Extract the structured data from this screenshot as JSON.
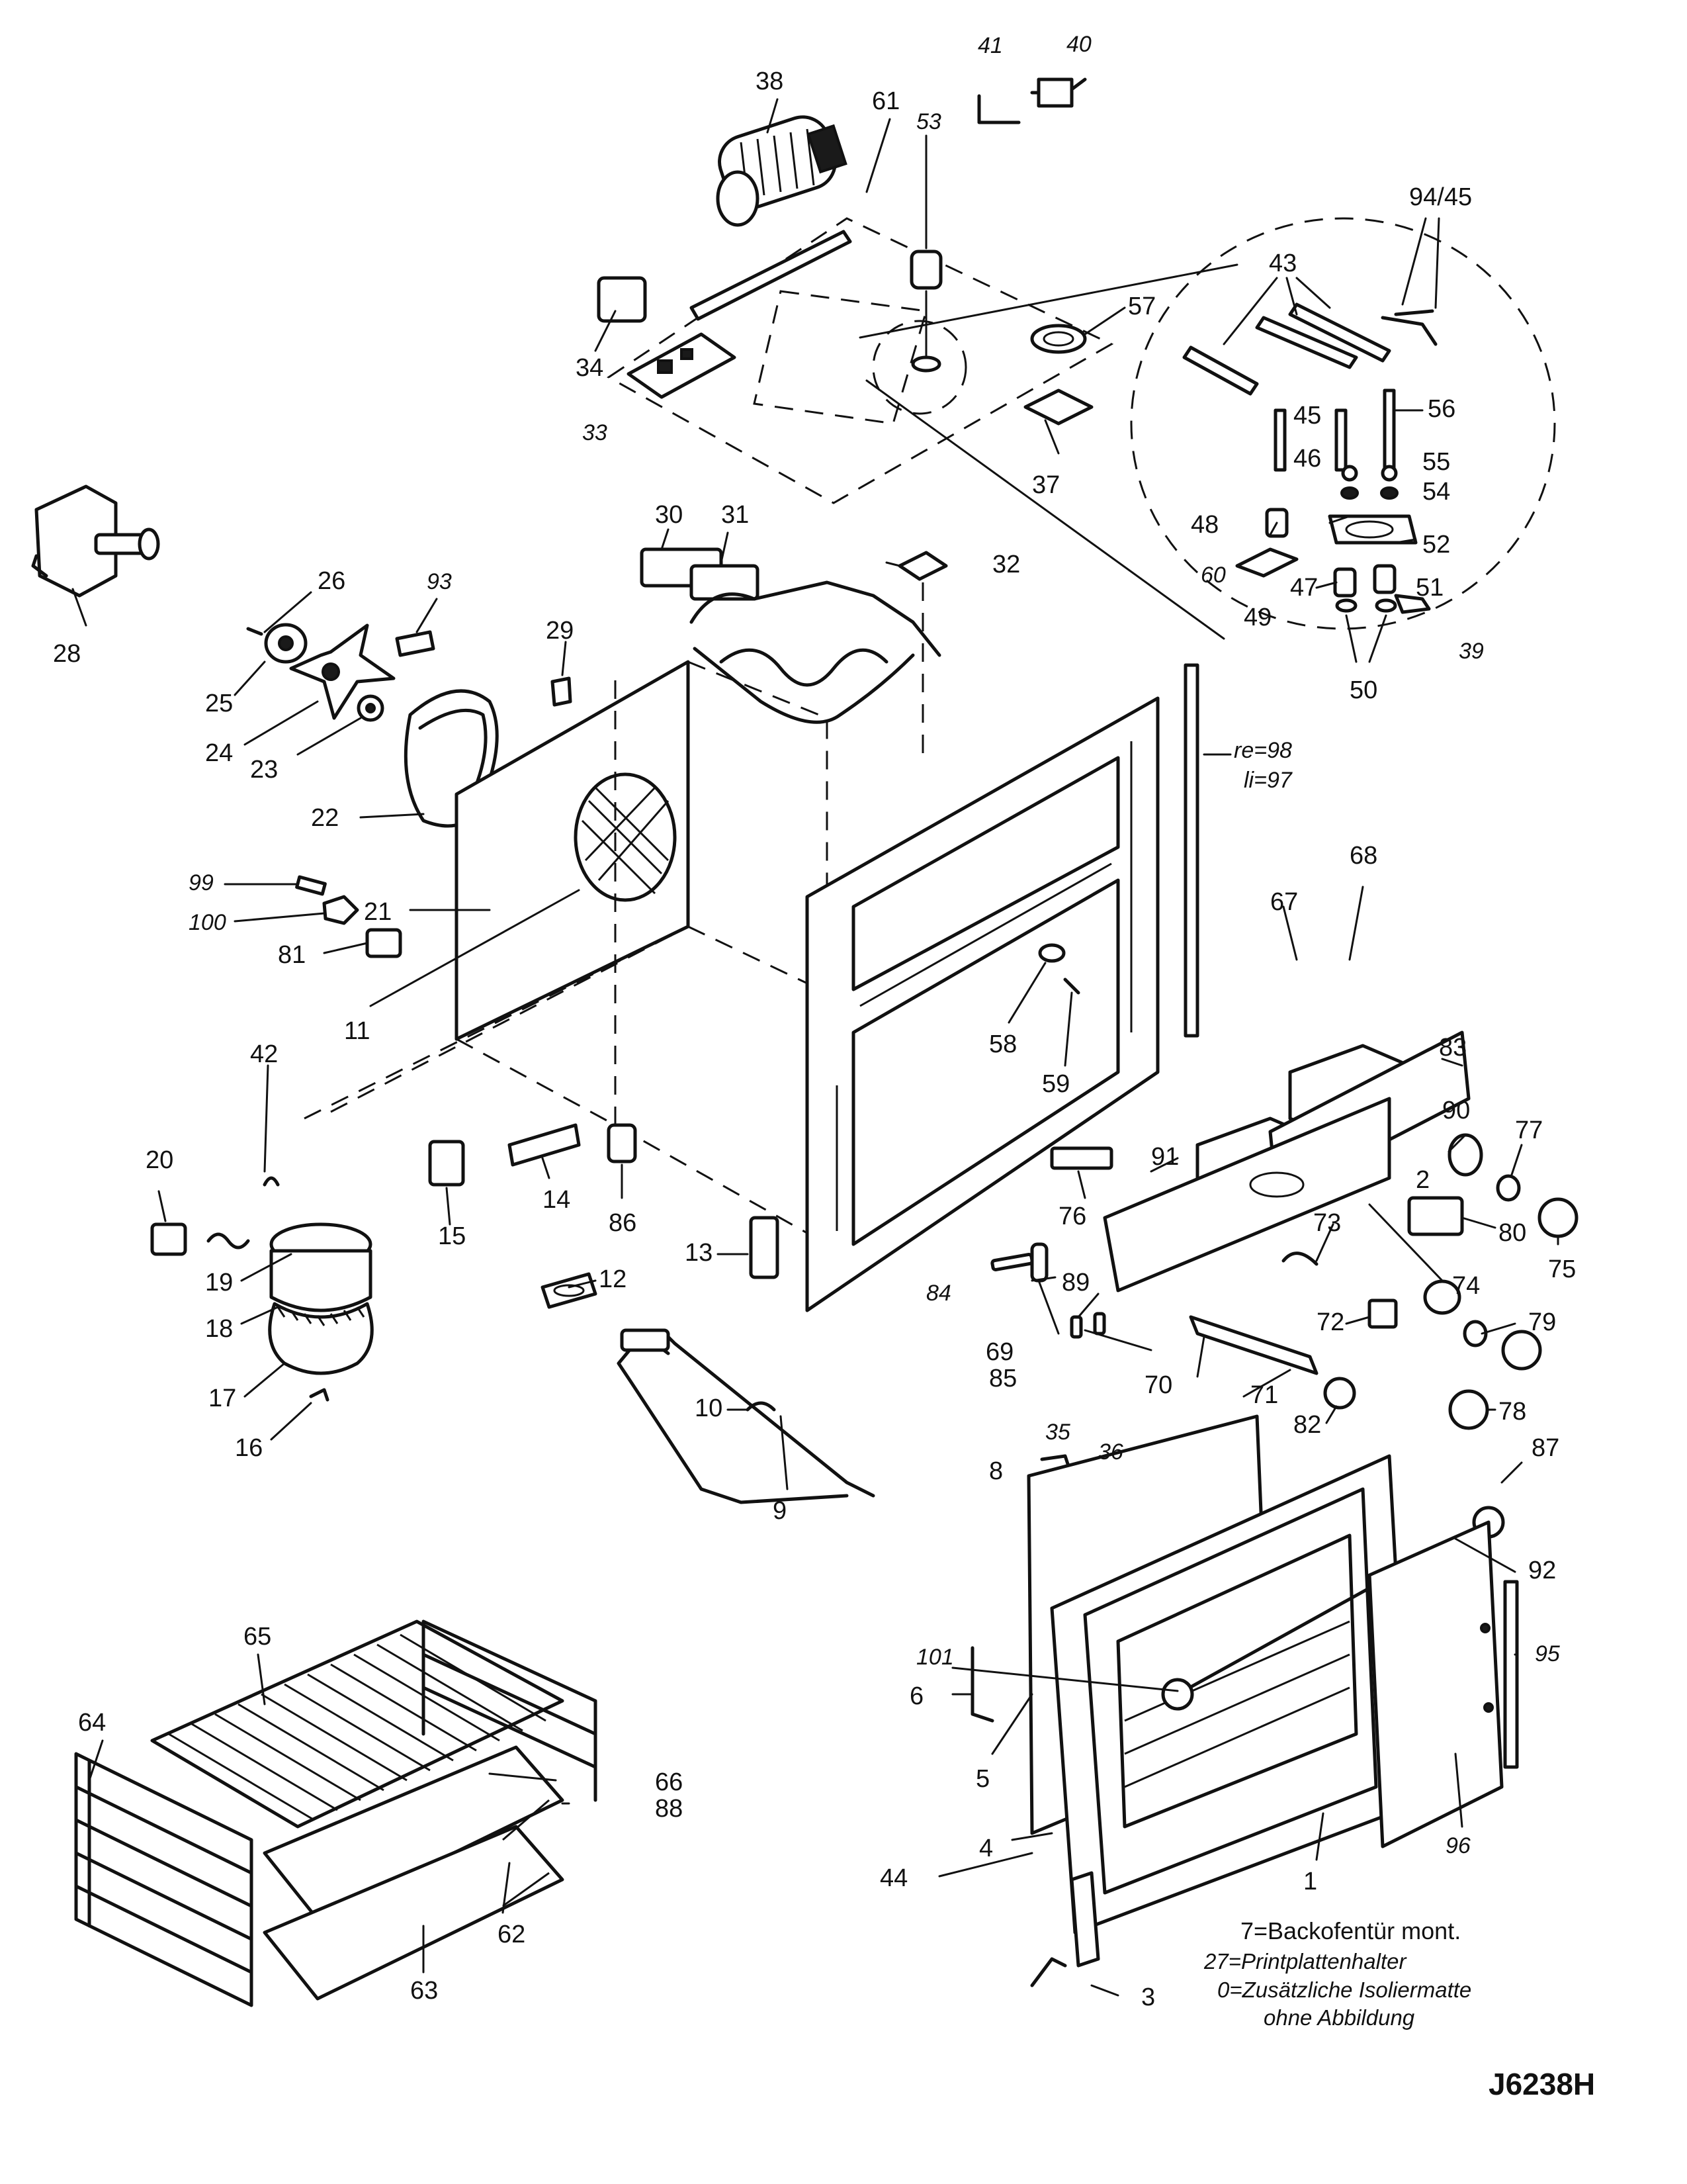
{
  "diagram": {
    "document_code": "J6238H",
    "legend": [
      "7=Backofentür mont.",
      "27=Printplattenhalter",
      "0=Zusätzliche Isoliermatte",
      "ohne Abbildung"
    ],
    "side_notes": [
      "re=98",
      "li=97"
    ],
    "labels": [
      "38",
      "41",
      "40",
      "53",
      "61",
      "94/45",
      "43",
      "57",
      "34",
      "33",
      "37",
      "45",
      "56",
      "46",
      "55",
      "54",
      "48",
      "52",
      "60",
      "49",
      "47",
      "51",
      "39",
      "50",
      "28",
      "26",
      "93",
      "30",
      "31",
      "32",
      "25",
      "24",
      "23",
      "29",
      "22",
      "21",
      "99",
      "100",
      "81",
      "11",
      "58",
      "59",
      "67",
      "68",
      "83",
      "42",
      "20",
      "14",
      "86",
      "15",
      "19",
      "18",
      "17",
      "16",
      "13",
      "12",
      "10",
      "9",
      "76",
      "91",
      "90",
      "77",
      "80",
      "75",
      "2",
      "73",
      "74",
      "84",
      "85",
      "89",
      "69",
      "35",
      "36",
      "70",
      "71",
      "72",
      "79",
      "78",
      "82",
      "8",
      "87",
      "92",
      "101",
      "95",
      "6",
      "5",
      "4",
      "44",
      "3",
      "1",
      "96",
      "65",
      "64",
      "66",
      "88",
      "62",
      "63"
    ]
  }
}
